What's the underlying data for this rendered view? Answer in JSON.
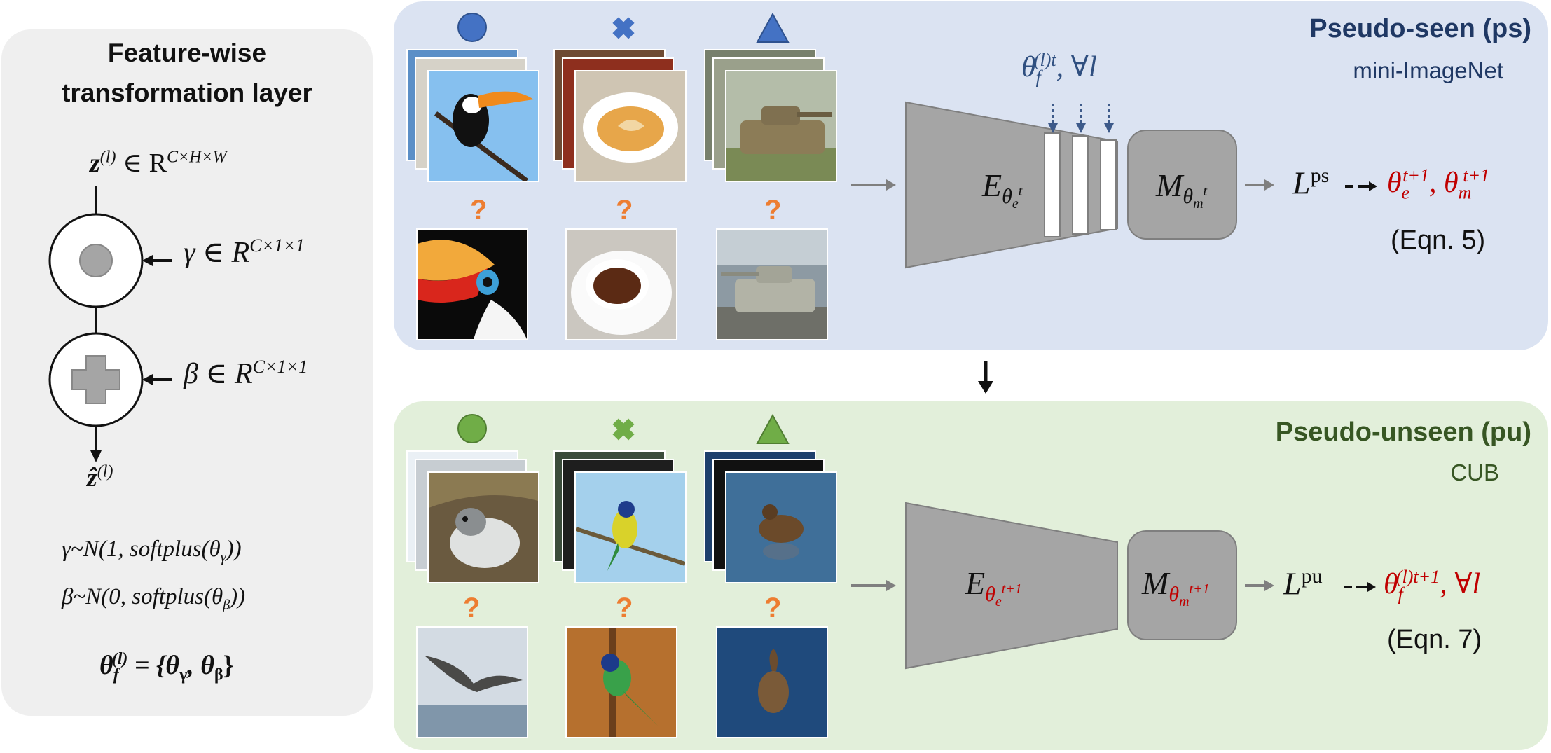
{
  "left_panel": {
    "title_line1": "Feature-wise",
    "title_line2": "transformation layer",
    "z_label": "z",
    "z_sup": "(l)",
    "z_domain": "∈ R",
    "z_dims": "C×H×W",
    "gamma_label": "γ ∈ R",
    "gamma_dims": "C×1×1",
    "beta_label": "β ∈ R",
    "beta_dims": "C×1×1",
    "zhat_label": "ẑ",
    "zhat_sup": "(l)",
    "gamma_dist_a": "γ~N(1, softplus(θ",
    "gamma_dist_sub": "γ",
    "gamma_dist_b": "))",
    "beta_dist_a": "β~N(0, softplus(θ",
    "beta_dist_sub": "β",
    "beta_dist_b": "))",
    "theta_f": "θ",
    "theta_f_sub": "f",
    "theta_f_sup": "(l)",
    "theta_f_rhs_a": "= {θ",
    "theta_f_rhs_sub1": "γ",
    "theta_f_rhs_mid": ", θ",
    "theta_f_rhs_sub2": "β",
    "theta_f_rhs_b": "}"
  },
  "top_panel": {
    "title": "Pseudo-seen (ps)",
    "subtitle": "mini-ImageNet",
    "theta_f_label": "θ",
    "theta_f_sub": "f",
    "theta_f_sup": "(l)t",
    "theta_f_suffix": ", ∀l",
    "encoder": "E",
    "encoder_sub": "θ",
    "encoder_subsub": "e",
    "encoder_subsup": "t",
    "metric": "M",
    "metric_sub": "θ",
    "metric_subsub": "m",
    "metric_subsup": "t",
    "loss": "L",
    "loss_sup": "ps",
    "update_a": "θ",
    "update_a_sub": "e",
    "update_a_sup": "t+1",
    "update_sep": ", ",
    "update_b": "θ",
    "update_b_sub": "m",
    "update_b_sup": "t+1",
    "eqn": "(Eqn. 5)",
    "question_marks": [
      "?",
      "?",
      "?"
    ]
  },
  "bottom_panel": {
    "title": "Pseudo-unseen (pu)",
    "subtitle": "CUB",
    "encoder": "E",
    "encoder_sub": "θ",
    "encoder_subsub": "e",
    "encoder_subsup": "t+1",
    "metric": "M",
    "metric_sub": "θ",
    "metric_subsub": "m",
    "metric_subsup": "t+1",
    "loss": "L",
    "loss_sup": "pu",
    "update": "θ",
    "update_sub": "f",
    "update_sup": "(l)t+1",
    "update_suffix": ", ∀l",
    "eqn": "(Eqn. 7)",
    "question_marks": [
      "?",
      "?",
      "?"
    ]
  },
  "colors": {
    "left_bg": "#efefef",
    "top_bg": "#dbe3f2",
    "bottom_bg": "#e2efda",
    "top_title": "#1f3864",
    "bottom_title": "#375623",
    "blue_shape": "#4472c4",
    "green_shape": "#70ad47",
    "block_gray": "#a5a5a5",
    "update_red": "#c00000",
    "question": "#ed7d31"
  },
  "icons": [
    "circle-icon",
    "cross-icon",
    "triangle-icon"
  ]
}
